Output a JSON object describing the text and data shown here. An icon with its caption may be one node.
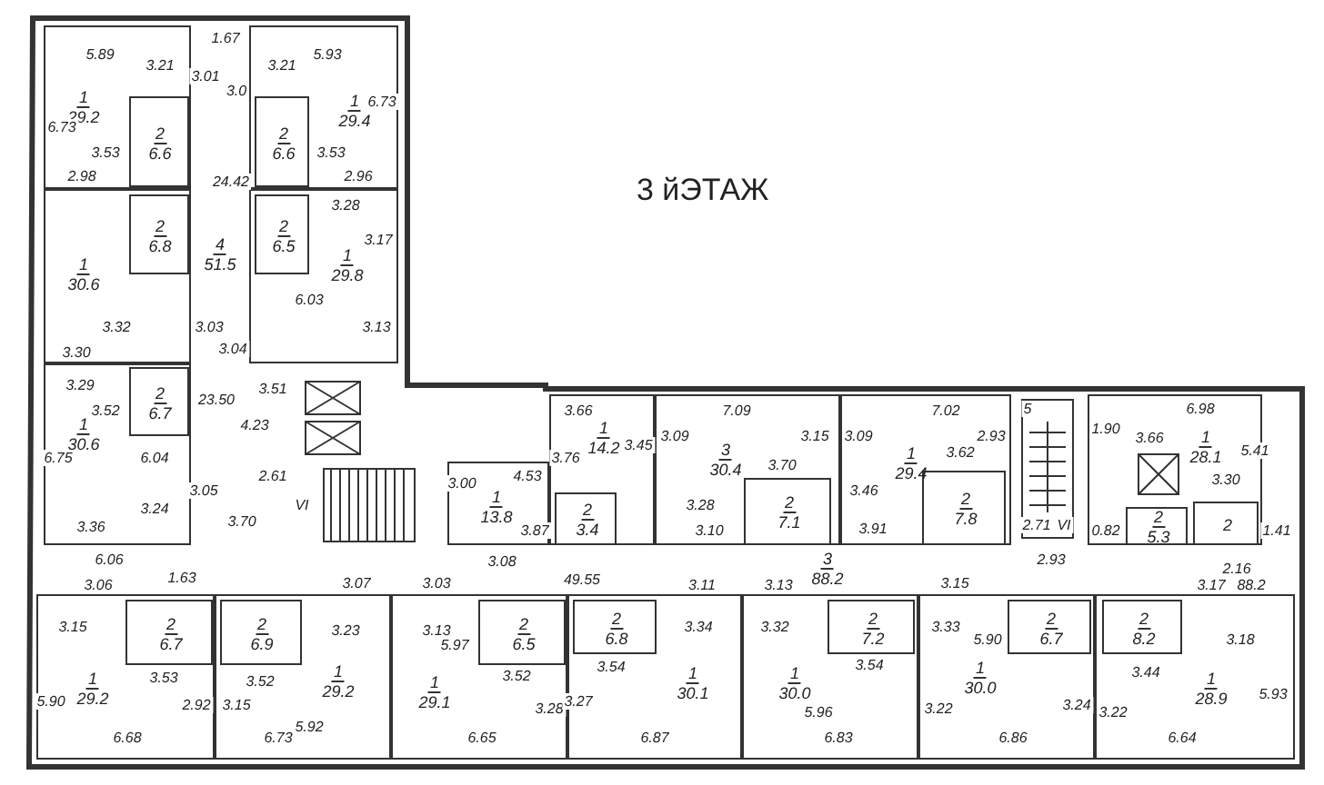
{
  "diagram": {
    "title": "3 йЭТАЖ",
    "nodes": [
      {
        "text": [
          "1",
          "29.2"
        ]
      },
      {
        "text": [
          "2",
          "6.6"
        ],
        "in": 0
      },
      {
        "text": [
          "4",
          "51.5"
        ]
      },
      {
        "text": [
          "1",
          "29.4"
        ]
      },
      {
        "text": [
          "2",
          "6.6"
        ],
        "in": 3
      },
      {
        "text": [
          "1",
          "30.6"
        ]
      },
      {
        "text": [
          "2",
          "6.8"
        ],
        "in": 5
      },
      {
        "text": [
          "1",
          "29.8"
        ]
      },
      {
        "text": [
          "2",
          "6.5"
        ],
        "in": 7
      },
      {
        "text": [
          "1",
          "30.6"
        ]
      },
      {
        "text": [
          "2",
          "6.7"
        ],
        "in": 9
      },
      {
        "text": [
          "1",
          "14.2"
        ]
      },
      {
        "text": [
          "3",
          "30.4"
        ]
      },
      {
        "text": [
          "2",
          "7.1"
        ],
        "in": 12
      },
      {
        "text": [
          "1",
          "29.4"
        ]
      },
      {
        "text": [
          "2",
          "7.8"
        ],
        "in": 14
      },
      {
        "text": [
          "1",
          "28.1"
        ]
      },
      {
        "text": [
          "2",
          "5.3"
        ],
        "in": 16
      },
      {
        "text": [
          "2"
        ],
        "in": 16
      },
      {
        "text": [
          "1",
          "13.8"
        ]
      },
      {
        "text": [
          "2",
          "3.4"
        ],
        "in": 11
      },
      {
        "text": [
          "3",
          "88.2"
        ]
      },
      {
        "text": [
          "1",
          "29.2"
        ]
      },
      {
        "text": [
          "2",
          "6.7"
        ],
        "in": 22
      },
      {
        "text": [
          "1",
          "29.2"
        ]
      },
      {
        "text": [
          "2",
          "6.9"
        ],
        "in": 24
      },
      {
        "text": [
          "1",
          "29.1"
        ]
      },
      {
        "text": [
          "2",
          "6.5"
        ],
        "in": 26
      },
      {
        "text": [
          "1",
          "30.1"
        ]
      },
      {
        "text": [
          "2",
          "6.8"
        ],
        "in": 28
      },
      {
        "text": [
          "1",
          "30.0"
        ]
      },
      {
        "text": [
          "2",
          "7.2"
        ],
        "in": 30
      },
      {
        "text": [
          "1",
          "30.0"
        ]
      },
      {
        "text": [
          "2",
          "6.7"
        ],
        "in": 32
      },
      {
        "text": [
          "1",
          "28.9"
        ]
      },
      {
        "text": [
          "2",
          "8.2"
        ],
        "in": 34
      }
    ],
    "edges": [],
    "labels": [
      "5.89",
      "6.73",
      "3.21",
      "3.53",
      "2.98",
      "1.67",
      "3.01",
      "3.0",
      "5.93",
      "3.21",
      "6.73",
      "3.53",
      "2.96",
      "24.42",
      "3.28",
      "3.17",
      "6.03",
      "3.32",
      "3.03",
      "3.13",
      "3.30",
      "3.04",
      "3.29",
      "3.52",
      "6.75",
      "6.04",
      "3.24",
      "3.05",
      "3.36",
      "23.50",
      "4.23",
      "3.51",
      "3.70",
      "2.61",
      "VI",
      "6.06",
      "1.63",
      "3.00",
      "4.53",
      "3.87",
      "3.08",
      "49.55",
      "3.06",
      "3.07",
      "3.03",
      "3.15",
      "3.23",
      "3.13",
      "5.90",
      "3.53",
      "3.52",
      "2.92",
      "3.15",
      "5.92",
      "5.97",
      "3.52",
      "6.68",
      "6.73",
      "6.65",
      "3.28",
      "3.66",
      "3.76",
      "3.45",
      "7.09",
      "3.09",
      "3.70",
      "3.28",
      "3.10",
      "3.15",
      "3.09",
      "7.02",
      "2.93",
      "3.62",
      "3.46",
      "3.91",
      "5",
      "2.71",
      "VI",
      "2.93",
      "6.98",
      "1.90",
      "3.66",
      "5.41",
      "3.30",
      "0.82",
      "1.41",
      "2.16",
      "3.11",
      "3.13",
      "3.15",
      "3.17",
      "88.2",
      "3.34",
      "3.32",
      "3.54",
      "3.54",
      "3.33",
      "5.90",
      "3.18",
      "3.44",
      "3.27",
      "5.96",
      "3.22",
      "3.24",
      "3.22",
      "5.93",
      "6.87",
      "6.83",
      "6.86",
      "6.64"
    ]
  }
}
